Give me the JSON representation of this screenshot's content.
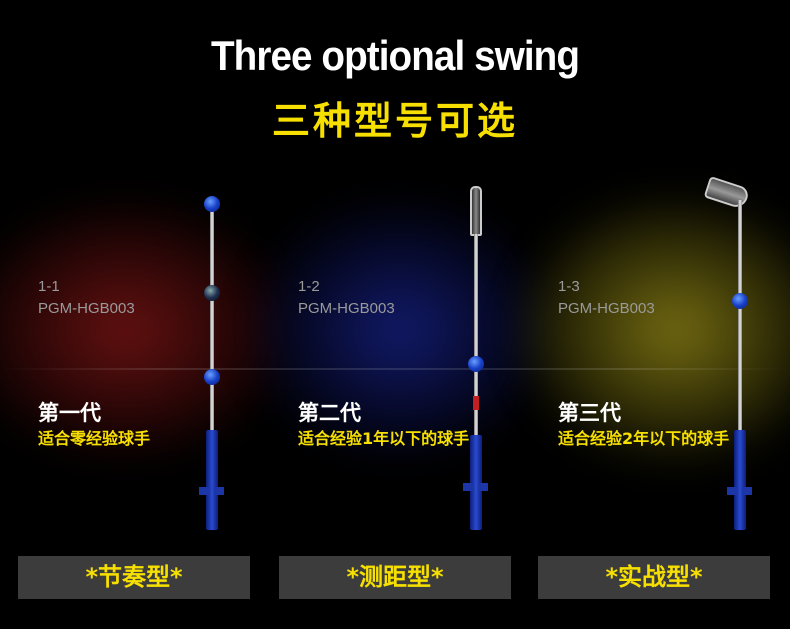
{
  "header": {
    "title_en": "Three optional swing",
    "title_cn": "三种型号可选"
  },
  "products": [
    {
      "code": "1-1",
      "model": "PGM-HGB003",
      "generation": "第一代",
      "description": "适合零经验球手",
      "type_label": "*节奏型*",
      "glow_color": "#781414"
    },
    {
      "code": "1-2",
      "model": "PGM-HGB003",
      "generation": "第二代",
      "description": "适合经验1年以下的球手",
      "type_label": "*测距型*",
      "glow_color": "#141e78"
    },
    {
      "code": "1-3",
      "model": "PGM-HGB003",
      "generation": "第三代",
      "description": "适合经验2年以下的球手",
      "type_label": "*实战型*",
      "glow_color": "#827814"
    }
  ],
  "colors": {
    "accent_yellow": "#f7e000",
    "button_bg": "#3c3c3c",
    "ball_blue": "#1840c8"
  }
}
